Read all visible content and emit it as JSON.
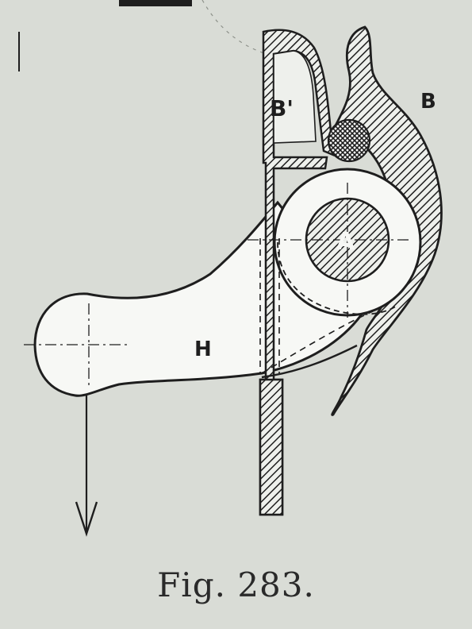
{
  "figure": {
    "caption": "Fig. 283.",
    "labels": {
      "b_prime": "B'",
      "b": "B",
      "a": "A",
      "h": "H"
    }
  }
}
